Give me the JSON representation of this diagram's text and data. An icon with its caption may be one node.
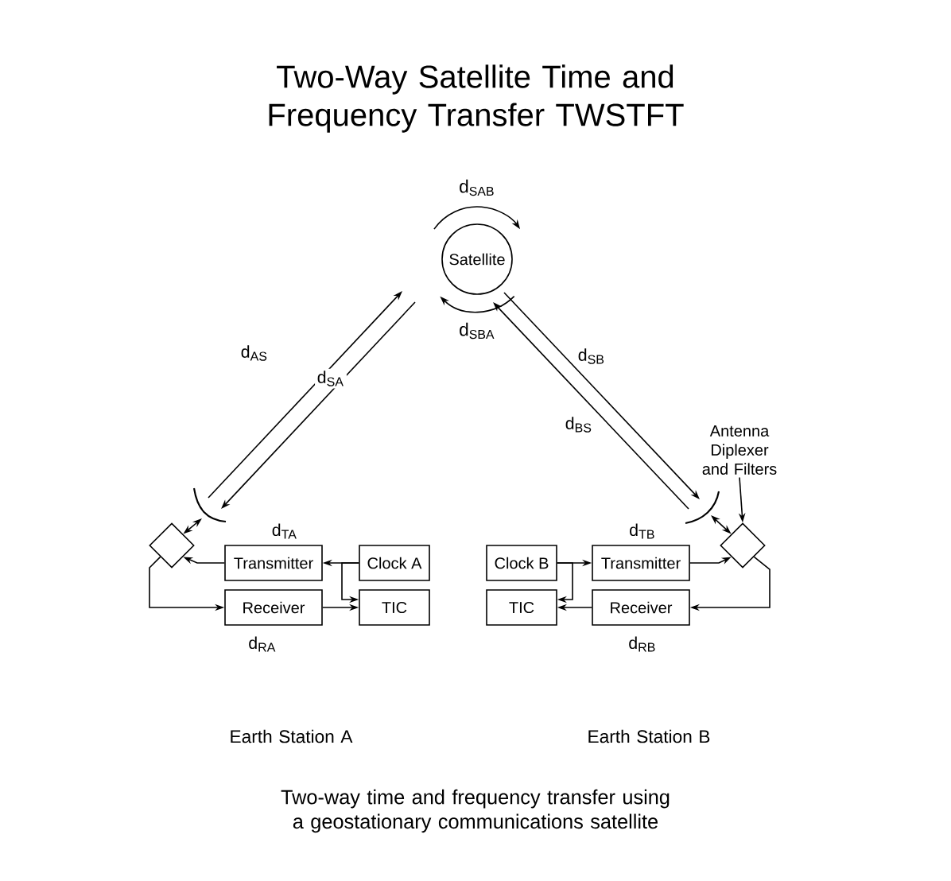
{
  "diagram": {
    "title": "Two-Way Satellite Time and Frequency Transfer TWSTFT",
    "caption": "Two-way time and frequency transfer using a geostationary communications satellite",
    "nodes": [
      {
        "text": [
          "Satellite"
        ]
      },
      {
        "text": [],
        "shape": "dish"
      },
      {
        "text": [],
        "shape": "diamond"
      },
      {
        "text": [
          "Transmitter"
        ],
        "beside": [
          "d$_{TA}$"
        ]
      },
      {
        "text": [
          "Clock A"
        ]
      },
      {
        "text": [
          "Receiver"
        ],
        "beside": [
          "d$_{RA}$"
        ]
      },
      {
        "text": [
          "TIC"
        ]
      },
      {
        "text": [],
        "shape": "dish"
      },
      {
        "text": [],
        "shape": "diamond"
      },
      {
        "text": [
          "Clock B"
        ]
      },
      {
        "text": [
          "Transmitter"
        ],
        "beside": [
          "d$_{TB}$"
        ]
      },
      {
        "text": [
          "TIC"
        ]
      },
      {
        "text": [
          "Receiver"
        ],
        "beside": [
          "d$_{RB}$"
        ]
      },
      {
        "text": [
          "Antenna Diplexer and Filters"
        ]
      }
    ],
    "edges": [
      {
        "from": 1,
        "to": 0,
        "arrow": "to",
        "label": "d$_{AS}$"
      },
      {
        "from": 0,
        "to": 1,
        "arrow": "to",
        "label": "d$_{SA}$"
      },
      {
        "from": 0,
        "to": 7,
        "arrow": "to",
        "label": "d$_{SB}$"
      },
      {
        "from": 7,
        "to": 0,
        "arrow": "to",
        "label": "d$_{BS}$"
      },
      {
        "from": 2,
        "to": 1,
        "arrow": "both"
      },
      {
        "from": 3,
        "to": 2,
        "arrow": "to"
      },
      {
        "from": 4,
        "to": 3,
        "arrow": "to"
      },
      {
        "from": 4,
        "to": 6,
        "arrow": "to"
      },
      {
        "from": 2,
        "to": 5,
        "arrow": "to"
      },
      {
        "from": 5,
        "to": 6,
        "arrow": "to"
      },
      {
        "from": 8,
        "to": 7,
        "arrow": "both"
      },
      {
        "from": 10,
        "to": 8,
        "arrow": "to"
      },
      {
        "from": 9,
        "to": 10,
        "arrow": "to"
      },
      {
        "from": 9,
        "to": 11,
        "arrow": "to"
      },
      {
        "from": 8,
        "to": 12,
        "arrow": "to"
      },
      {
        "from": 12,
        "to": 11,
        "arrow": "to"
      },
      {
        "from": 13,
        "to": 8,
        "arrow": "to"
      }
    ],
    "labels": [
      "d$_{SAB}$",
      "d$_{SBA}$",
      "Earth Station A",
      "Earth Station B"
    ]
  }
}
